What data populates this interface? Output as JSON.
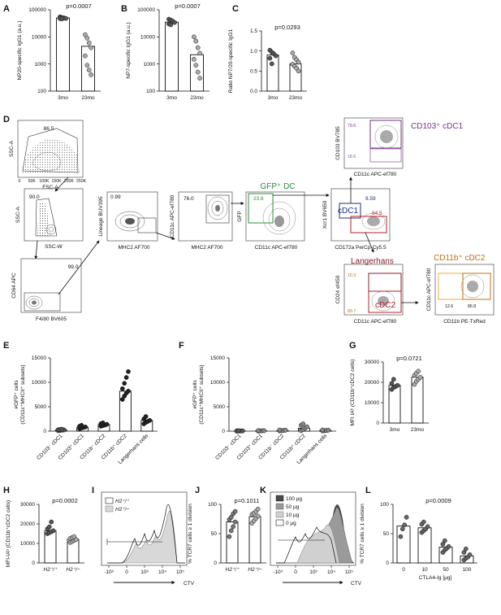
{
  "panel_letters": {
    "A": "A",
    "B": "B",
    "C": "C",
    "D": "D",
    "E": "E",
    "F": "F",
    "G": "G",
    "H": "H",
    "I": "I",
    "J": "J",
    "K": "K",
    "L": "L"
  },
  "flow": {
    "plot1": {
      "y": "SSC-A",
      "x": "FSC-A",
      "gate": "86.5"
    },
    "plot2": {
      "y": "SSC-A",
      "x": "SSC-W",
      "gate": "90.0"
    },
    "plot3": {
      "y": "CD64 APC",
      "x": "F4/80 BV605",
      "gate": "99.0"
    },
    "plot4": {
      "y": "Lineage BUV395",
      "x": "MHC2 AF700",
      "gate": "0.99"
    },
    "plot5": {
      "y": "CD11c APC-ef780",
      "x": "MHC2 AF700",
      "gate": "76.0"
    },
    "plot6": {
      "y": "GFP",
      "x": "CD11c APC-ef780",
      "gate": "23.6"
    },
    "plot7": {
      "y": "Xcr1 BV650",
      "x": "CD172a PerCp-Cy5.5",
      "gate_a": "8.59",
      "gate_b": "84.5"
    },
    "plot8": {
      "y": "CD103 BV785",
      "x": "CD11c APC-ef780",
      "gate_a": "79.6",
      "gate_b": "18.6"
    },
    "plot9": {
      "y": "CD24 ef450",
      "x": "CD11c APC-ef780",
      "gate_a": "10.3",
      "gate_b": "89.7"
    },
    "plot10": {
      "y": "CD11c APC-ef780",
      "x": "CD11b PE-TxRed",
      "gate_a": "12.6",
      "gate_b": "86.8"
    },
    "fsc_ticks": [
      "0",
      "50K",
      "100K",
      "150K",
      "200K",
      "250K"
    ],
    "labels": {
      "gfp_dc": "GFP⁺ DC",
      "cdc1_box": "cDC1",
      "cd103_cdc1": "CD103⁺ cDC1",
      "langerhans": "Langerhans",
      "cdc2": "cDC2",
      "cd11b_cdc2": "CD11b⁺ cDC2"
    }
  },
  "histograms": {
    "I": {
      "legend": [
        "H2⁺/⁺",
        "H2⁺/−"
      ],
      "xlabel": "CTV",
      "ticks": [
        "-10³",
        "0",
        "10³",
        "10⁴",
        "10⁵"
      ]
    },
    "K": {
      "legend": [
        "100 μg",
        "50 μg",
        "10 μg",
        "0 μg"
      ],
      "xlabel": "CTV",
      "ticks": [
        "-10³",
        "0",
        "10³",
        "10⁴",
        "10⁵"
      ]
    }
  },
  "chart_data": [
    {
      "panel": "A",
      "type": "bar",
      "ylabel": "NP20-specific IgG1 (a.u.)",
      "scale": "log",
      "ylim": [
        100,
        100000
      ],
      "yticks": [
        "100",
        "1000",
        "10000",
        "100000"
      ],
      "categories": [
        "3mo",
        "23mo"
      ],
      "values": [
        50000,
        4500
      ],
      "points": [
        [
          55000,
          52000,
          50000,
          48000,
          47000,
          46000
        ],
        [
          12000,
          9000,
          6000,
          4000,
          2000,
          900,
          600,
          400
        ]
      ],
      "pvalue": "p=0.0007"
    },
    {
      "panel": "B",
      "type": "bar",
      "ylabel": "NP7-specific IgG1 (a.u.)",
      "scale": "log",
      "ylim": [
        100,
        100000
      ],
      "yticks": [
        "100",
        "1000",
        "10000",
        "100000"
      ],
      "categories": [
        "3mo",
        "23mo"
      ],
      "values": [
        35000,
        2200
      ],
      "points": [
        [
          45000,
          42000,
          38000,
          34000,
          30000,
          28000
        ],
        [
          10000,
          7000,
          4000,
          2500,
          1500,
          900,
          500,
          300
        ]
      ],
      "pvalue": "p=0.0007"
    },
    {
      "panel": "C",
      "type": "bar",
      "ylabel": "Ratio NP7/20-specific IgG1",
      "scale": "linear",
      "ylim": [
        0,
        1.5
      ],
      "yticks": [
        "0.0",
        "0.5",
        "1.0",
        "1.5"
      ],
      "categories": [
        "3mo",
        "23mo"
      ],
      "values": [
        0.9,
        0.68
      ],
      "points": [
        [
          1.02,
          0.97,
          0.93,
          0.88,
          0.82,
          0.68
        ],
        [
          0.95,
          0.84,
          0.78,
          0.72,
          0.67,
          0.62,
          0.57,
          0.5
        ]
      ],
      "pvalue": "p=0.0293"
    },
    {
      "panel": "E",
      "type": "bar",
      "ylabel": "#GFP⁺ cells\n(CD11c⁺MHCII⁺ subsets)",
      "scale": "linear",
      "ylim": [
        0,
        15000
      ],
      "yticks": [
        "0",
        "5000",
        "10000",
        "15000"
      ],
      "categories": [
        "CD103⁻ cDC1",
        "CD103⁺ cDC1",
        "CD11b⁻ cDC2",
        "CD11b⁺ cDC2",
        "Langerhans cells"
      ],
      "values": [
        250,
        800,
        1350,
        8200,
        2200
      ],
      "points": [
        [
          100,
          150,
          200,
          250,
          300,
          350,
          400
        ],
        [
          500,
          650,
          750,
          850,
          1000,
          1200
        ],
        [
          1000,
          1150,
          1250,
          1400,
          1550,
          1700
        ],
        [
          6500,
          7200,
          7800,
          8200,
          8700,
          9800,
          11000,
          12200
        ],
        [
          1500,
          1800,
          2000,
          2200,
          2500,
          3000
        ]
      ],
      "pvalue": ""
    },
    {
      "panel": "F",
      "type": "bar",
      "ylabel": "#GFP⁺ cells\n(CD11c⁺MHCII⁺ subsets)",
      "scale": "linear",
      "ylim": [
        0,
        15000
      ],
      "yticks": [
        "0",
        "5000",
        "10000",
        "15000"
      ],
      "categories": [
        "CD103⁻ cDC1",
        "CD103⁺ cDC1",
        "CD11b⁻ cDC2",
        "CD11b⁺ cDC2",
        "Langerhans cells"
      ],
      "values": [
        30,
        60,
        120,
        600,
        150
      ],
      "points": [
        [
          0,
          20,
          40,
          60,
          80,
          100
        ],
        [
          20,
          50,
          80,
          100,
          120
        ],
        [
          60,
          100,
          150,
          200,
          250
        ],
        [
          100,
          300,
          600,
          900,
          1200,
          1500
        ],
        [
          50,
          100,
          150,
          200,
          250
        ]
      ],
      "pvalue": ""
    },
    {
      "panel": "G",
      "type": "bar",
      "ylabel": "MFI IAᵇ (CD11b⁺cDC2 cells)",
      "scale": "linear",
      "ylim": [
        0,
        30000
      ],
      "yticks": [
        "0",
        "10000",
        "20000",
        "30000"
      ],
      "categories": [
        "3mo",
        "23mo"
      ],
      "values": [
        18500,
        22500
      ],
      "points": [
        [
          16500,
          17500,
          18000,
          18500,
          19500,
          21500
        ],
        [
          19000,
          20500,
          21500,
          22500,
          23500,
          24500,
          25500
        ]
      ],
      "pvalue": "p=0.0721"
    },
    {
      "panel": "H",
      "type": "bar",
      "ylabel": "MFI-IAᵇ (CD11b⁺cDC2 cells)",
      "scale": "linear",
      "ylim": [
        0,
        30000
      ],
      "yticks": [
        "0",
        "10000",
        "20000",
        "30000"
      ],
      "categories": [
        "H2⁺/⁺",
        "H2⁺/−"
      ],
      "values": [
        16500,
        12000
      ],
      "points": [
        [
          15000,
          15500,
          16000,
          16500,
          17500,
          18500,
          21000
        ],
        [
          10500,
          11000,
          11500,
          12000,
          12500,
          13000,
          13500
        ]
      ],
      "pvalue": "p=0.0002"
    },
    {
      "panel": "J",
      "type": "bar",
      "ylabel": "% TCR7 cells ≥ 1 division",
      "scale": "linear",
      "ylim": [
        0,
        100
      ],
      "yticks": [
        "0",
        "50",
        "100"
      ],
      "categories": [
        "H2⁺/⁺",
        "H2⁺/−"
      ],
      "values": [
        70,
        79
      ],
      "points": [
        [
          45,
          55,
          62,
          70,
          74,
          78,
          84,
          88
        ],
        [
          68,
          72,
          76,
          80,
          83,
          85,
          88,
          92
        ]
      ],
      "pvalue": "p=0.1011"
    },
    {
      "panel": "L",
      "type": "bar",
      "ylabel": "% TCR7 cells ≥ 1 division",
      "scale": "linear",
      "ylim": [
        0,
        100
      ],
      "yticks": [
        "0",
        "50",
        "100"
      ],
      "categories": [
        "0",
        "10",
        "50",
        "100"
      ],
      "values": [
        63,
        60,
        27,
        12
      ],
      "points": [
        [
          45,
          58,
          65,
          78
        ],
        [
          52,
          55,
          58,
          62,
          66,
          70
        ],
        [
          18,
          22,
          25,
          28,
          32,
          38
        ],
        [
          5,
          8,
          10,
          14,
          18,
          24
        ]
      ],
      "xlabel": "CTLA4-Ig [μg]",
      "pvalue": "p=0.0009"
    }
  ]
}
